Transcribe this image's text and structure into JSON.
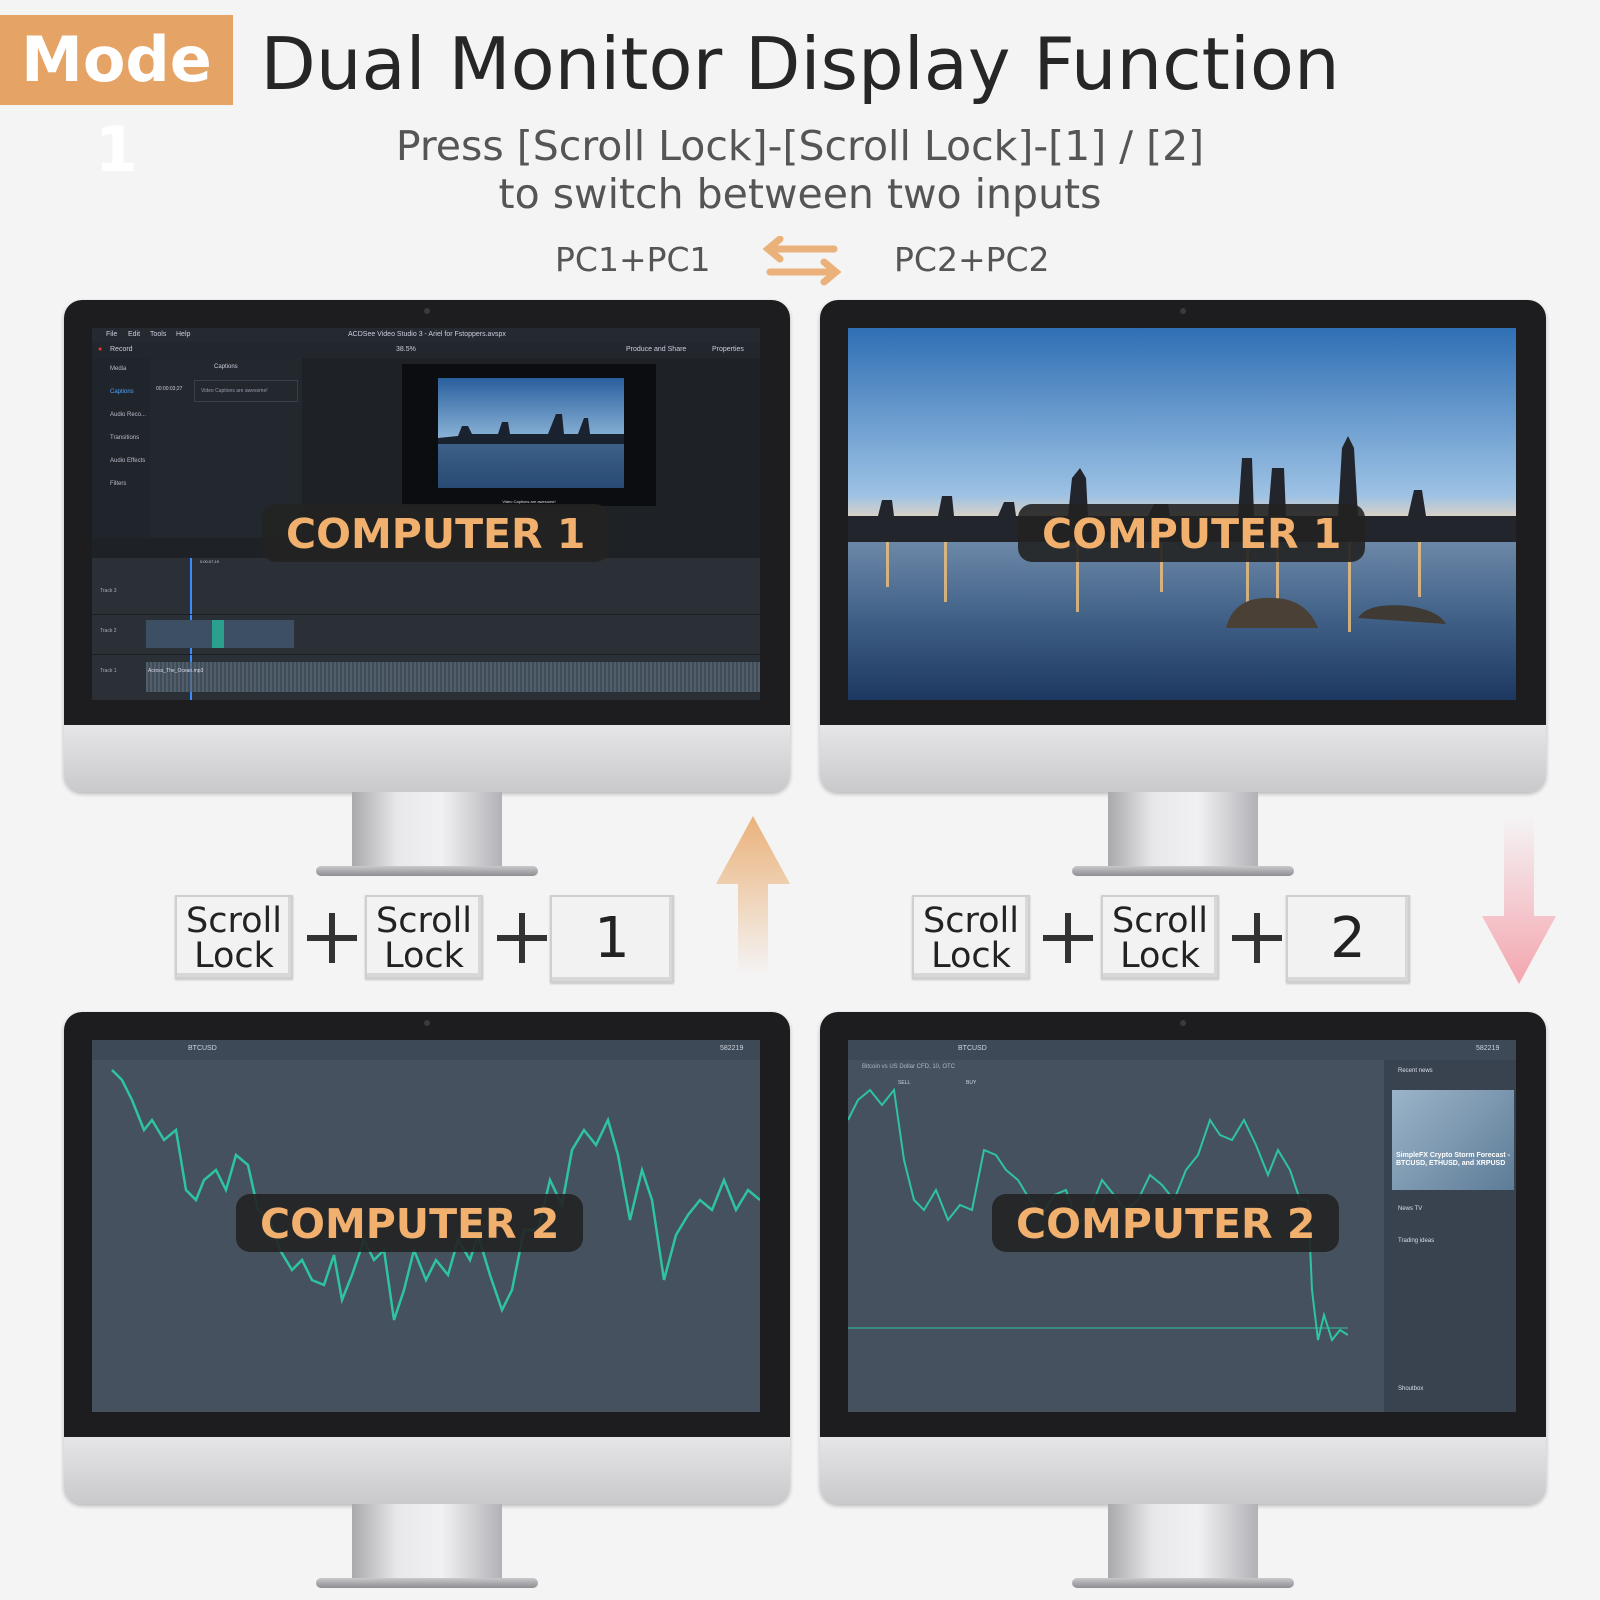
{
  "header": {
    "mode_badge": "Mode 1",
    "title": "Dual Monitor Display Function",
    "subtitle_line1": "Press [Scroll Lock]-[Scroll Lock]-[1] / [2]",
    "subtitle_line2": "to switch between two inputs",
    "pc_left": "PC1+PC1",
    "pc_right": "PC2+PC2",
    "swap_icon": "swap-arrows-icon"
  },
  "monitors": [
    {
      "overlay": "COMPUTER 1",
      "content": "video-editor"
    },
    {
      "overlay": "COMPUTER 1",
      "content": "city-skyline"
    },
    {
      "overlay": "COMPUTER 2",
      "content": "price-chart"
    },
    {
      "overlay": "COMPUTER 2",
      "content": "trading-dashboard"
    }
  ],
  "shortcuts": {
    "left": {
      "key1_line1": "Scroll",
      "key1_line2": "Lock",
      "key2_line1": "Scroll",
      "key2_line2": "Lock",
      "key3": "1"
    },
    "right": {
      "key1_line1": "Scroll",
      "key1_line2": "Lock",
      "key2_line1": "Scroll",
      "key2_line2": "Lock",
      "key3": "2"
    }
  },
  "editor": {
    "window_title": "ACDSee Video Studio 3 - Ariel for Fstoppers.avspx",
    "menu": [
      "File",
      "Edit",
      "Tools",
      "Help"
    ],
    "record": "Record",
    "zoom": "38.5%",
    "produce": "Produce and Share",
    "properties": "Properties",
    "sidebar": [
      "Media",
      "Captions",
      "Audio Reco...",
      "Transitions",
      "Audio Effects",
      "Filters"
    ],
    "panel_title": "Captions",
    "caption_time": "00:00:03;27",
    "caption_text": "Video Captions are awesome!",
    "preview_caption": "Video Captions are awesome!",
    "playhead_time": "0:00:07;19",
    "tracks": [
      "Track 3",
      "Track 2",
      "Track 1"
    ],
    "audio_clip": "Across_The_Ocean.mp3"
  },
  "chart_screen": {
    "symbol": "BTCUSD",
    "balance": "582219",
    "news_title": "Recent news",
    "news_headline": "SimpleFX Crypto Storm Forecast - BTCUSD, ETHUSD, and XRPUSD",
    "news_tv": "News TV",
    "trading_ideas": "Trading ideas",
    "shoutbox": "Shoutbox",
    "chart_title": "Bitcoin vs US Dollar CFD, 10, OTC",
    "sell": "SELL",
    "buy": "BUY",
    "line_color": "#2ec4a0"
  },
  "colors": {
    "accent": "#e5a466",
    "overlay_text": "#f1b06d",
    "arrow_up": "#eab27a",
    "arrow_down": "#f4a5ae"
  }
}
